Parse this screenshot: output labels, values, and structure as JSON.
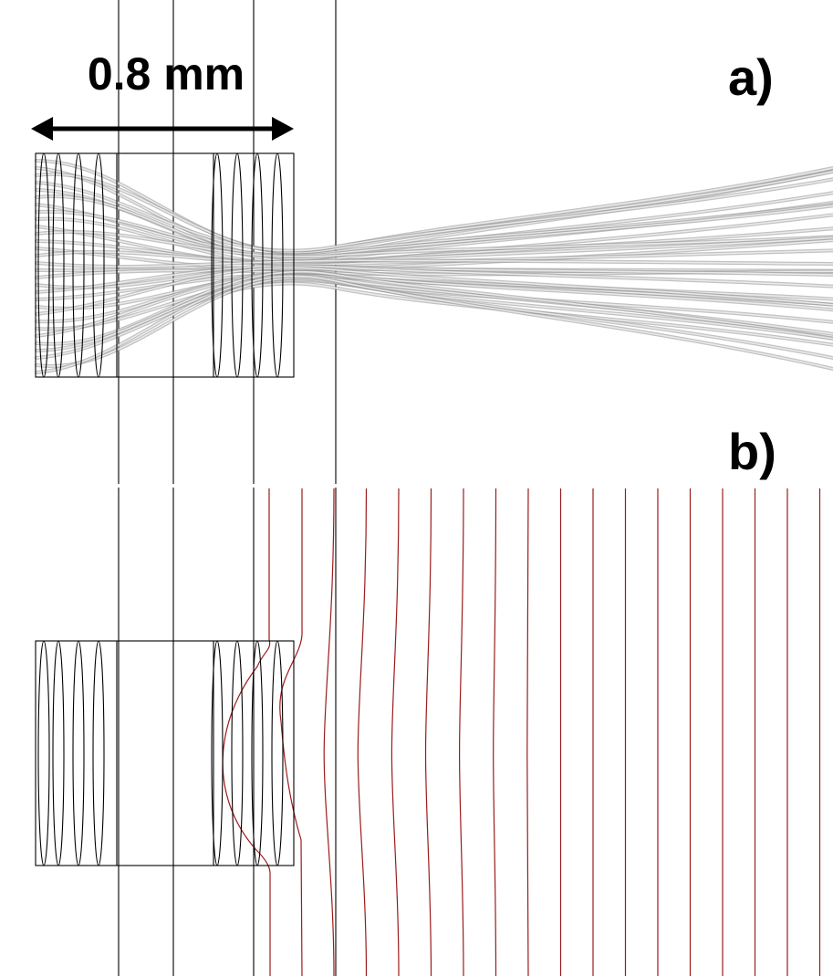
{
  "figure": {
    "scale_bar_label": "0.8 mm",
    "panel_a_label": "a)",
    "panel_b_label": "b)",
    "colors": {
      "outline": "#000000",
      "rays": "#a8a8a8",
      "wavefronts": "#9b1c1c",
      "background": "#ffffff"
    }
  }
}
